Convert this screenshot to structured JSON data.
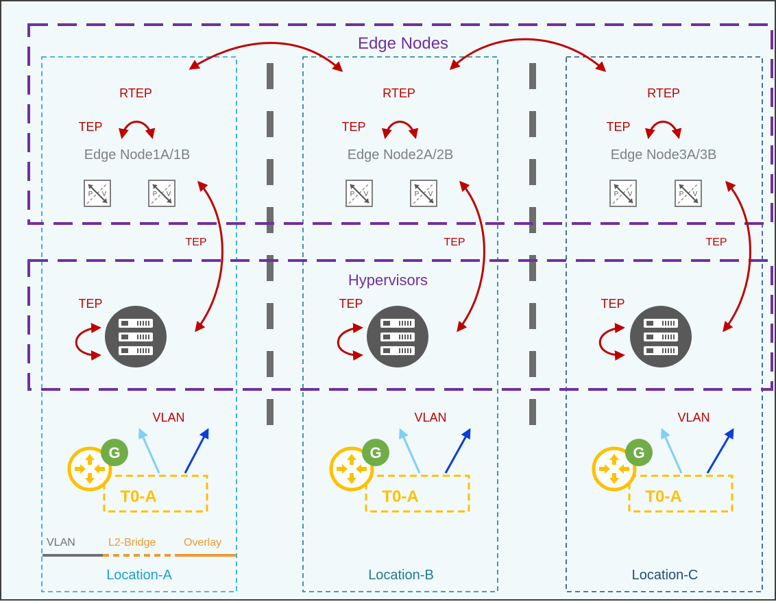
{
  "groups": {
    "edge_nodes": "Edge Nodes",
    "hypervisors": "Hypervisors"
  },
  "locations": [
    {
      "name": "Location-A",
      "rtep": "RTEP",
      "edge_tep": "TEP",
      "edge_node": "Edge Node1A/1B",
      "link_tep": "TEP",
      "hv_tep": "TEP",
      "vlan": "VLAN",
      "gateway_badge": "G",
      "t0": "T0-A"
    },
    {
      "name": "Location-B",
      "rtep": "RTEP",
      "edge_tep": "TEP",
      "edge_node": "Edge Node2A/2B",
      "link_tep": "TEP",
      "hv_tep": "TEP",
      "vlan": "VLAN",
      "gateway_badge": "G",
      "t0": "T0-A"
    },
    {
      "name": "Location-C",
      "rtep": "RTEP",
      "edge_tep": "TEP",
      "edge_node": "Edge Node3A/3B",
      "link_tep": "TEP",
      "hv_tep": "TEP",
      "vlan": "VLAN",
      "gateway_badge": "G",
      "t0": "T0-A"
    }
  ],
  "switch_labels": {
    "left": "P",
    "right": "V"
  },
  "legend": {
    "vlan": "VLAN",
    "l2_bridge": "L2-Bridge",
    "overlay": "Overlay"
  },
  "colors": {
    "background": "#f1f9fb",
    "group_border": "#7030a0",
    "tep_text": "#c00000",
    "location_a": "#1aa0d4",
    "location_b": "#1f7b8f",
    "location_c": "#1f4e79",
    "separator": "#6d6d6d",
    "hypervisor": "#595959",
    "router": "#ffc000",
    "gateway": "#70ad47",
    "vlan_uplink_light": "#7fd0f2",
    "vlan_uplink_dark": "#0a3fd8",
    "legend_vlan": "#707070",
    "legend_overlay": "#ed9b33"
  }
}
